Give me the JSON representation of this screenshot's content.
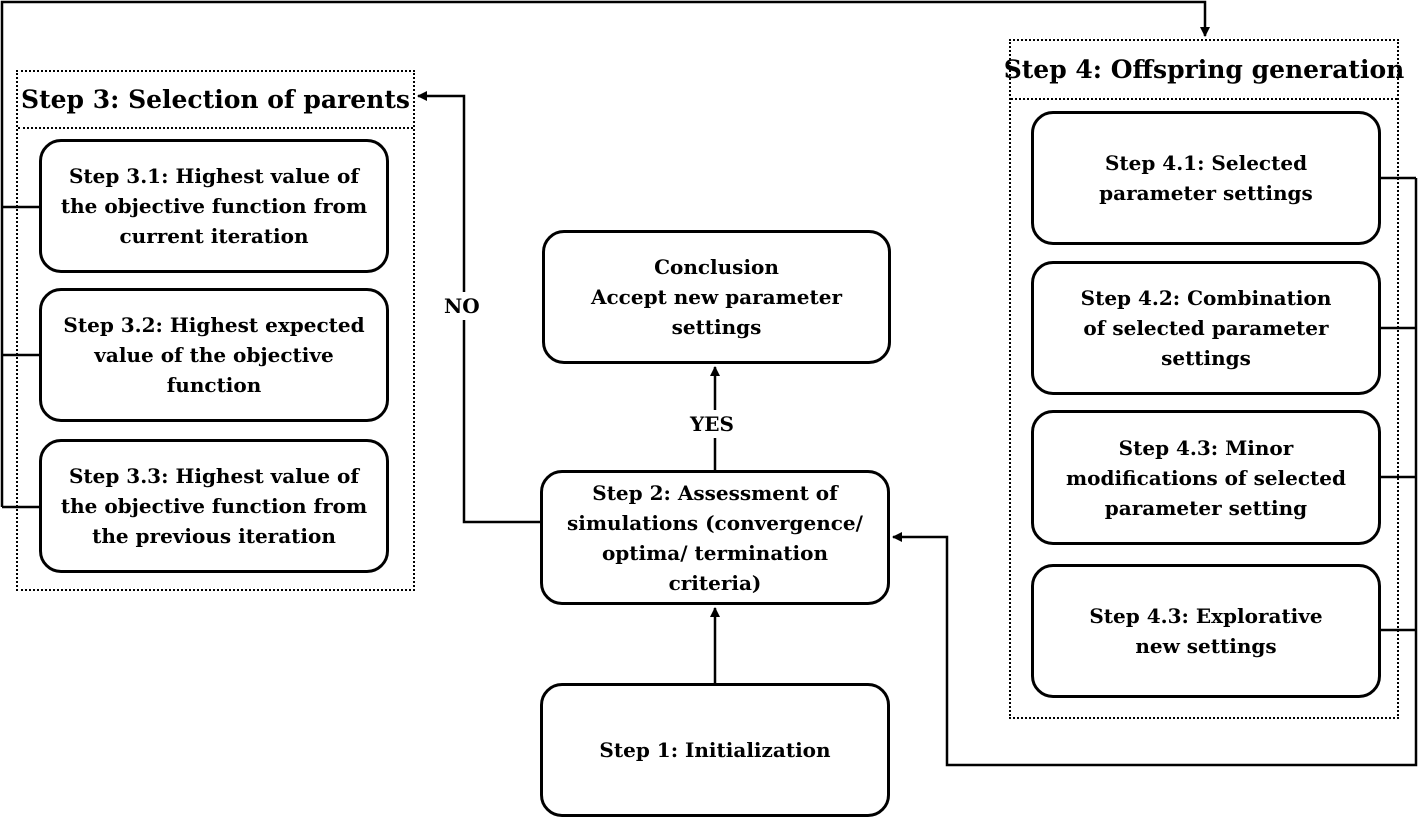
{
  "groups": {
    "selection": {
      "title": "Step 3: Selection of parents"
    },
    "offspring": {
      "title": "Step 4: Offspring generation"
    }
  },
  "nodes": {
    "step1": "Step 1: Initialization",
    "step2": "Step 2: Assessment of\nsimulations (convergence/\noptima/ termination\ncriteria)",
    "conclusion": "Conclusion\nAccept new parameter\nsettings",
    "step3_1": "Step 3.1: Highest value of\nthe objective function from\ncurrent iteration",
    "step3_2": "Step 3.2: Highest expected\nvalue of the objective\nfunction",
    "step3_3": "Step 3.3: Highest value of\nthe objective function from\nthe previous iteration",
    "step4_1": "Step 4.1: Selected\nparameter settings",
    "step4_2": "Step 4.2: Combination\nof selected parameter\nsettings",
    "step4_3a": "Step 4.3: Minor\nmodifications of selected\nparameter setting",
    "step4_3b": "Step 4.3: Explorative\nnew settings"
  },
  "edge_labels": {
    "yes": "YES",
    "no": "NO"
  }
}
